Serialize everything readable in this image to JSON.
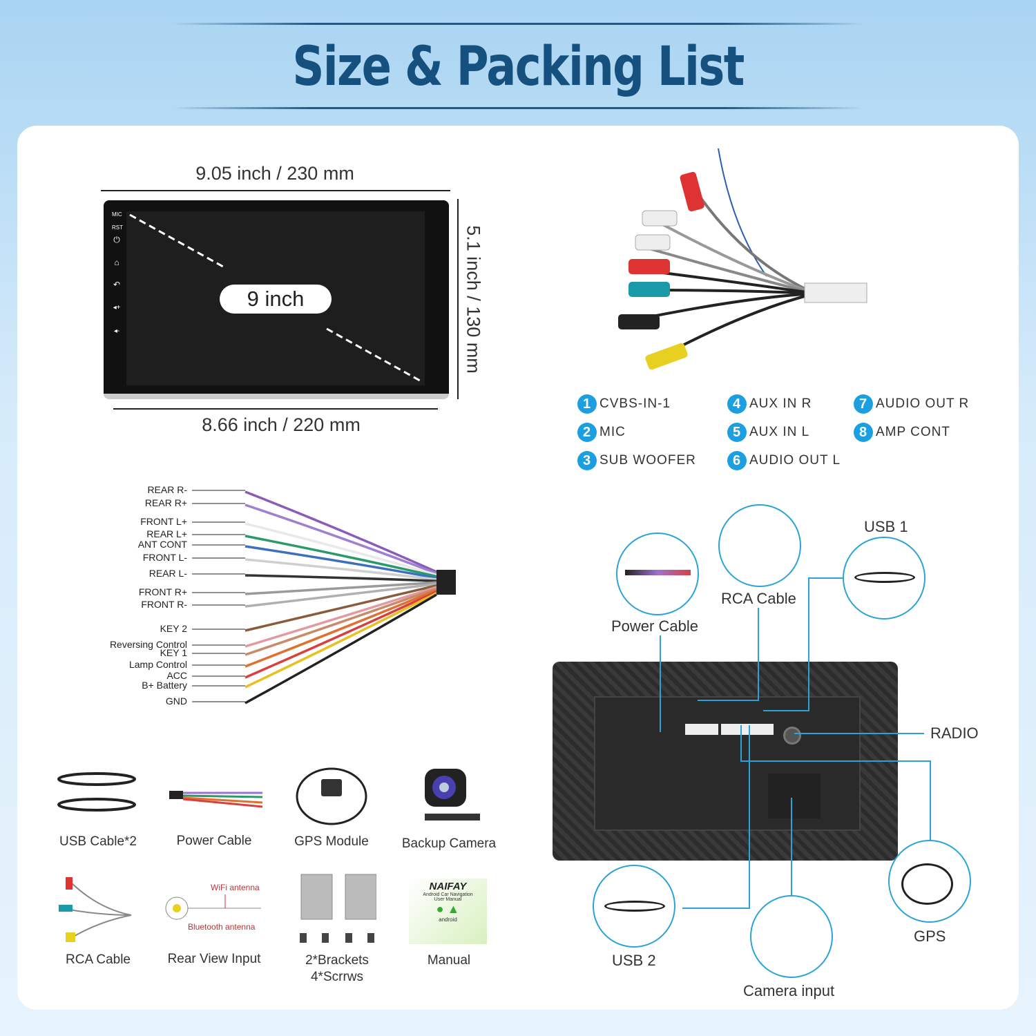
{
  "title": "Size & Packing List",
  "dimensions": {
    "top_width": "9.05 inch / 230 mm",
    "bottom_width": "8.66 inch / 220 mm",
    "height": "5.1 inch / 130 mm",
    "screen_size": "9 inch"
  },
  "screen_side_labels": [
    "MIC",
    "RST"
  ],
  "rca_legend": [
    {
      "n": "1",
      "label": "CVBS-IN-1"
    },
    {
      "n": "2",
      "label": "MIC"
    },
    {
      "n": "3",
      "label": "SUB WOOFER"
    },
    {
      "n": "4",
      "label": "AUX IN R"
    },
    {
      "n": "5",
      "label": "AUX IN L"
    },
    {
      "n": "6",
      "label": "AUDIO OUT L"
    },
    {
      "n": "7",
      "label": "AUDIO OUT R"
    },
    {
      "n": "8",
      "label": "AMP CONT"
    }
  ],
  "harness_wires": [
    {
      "label": "REAR R-",
      "color": "#8a5bb8"
    },
    {
      "label": "REAR R+",
      "color": "#a07fd0"
    },
    {
      "label": "FRONT L+",
      "color": "#e8e8e8"
    },
    {
      "label": "REAR L+",
      "color": "#2a9a6a"
    },
    {
      "label": "ANT CONT",
      "color": "#3d6fc0"
    },
    {
      "label": "FRONT L-",
      "color": "#cfcfcf"
    },
    {
      "label": "REAR L-",
      "color": "#333333"
    },
    {
      "label": "FRONT R+",
      "color": "#9a9a9a"
    },
    {
      "label": "FRONT R-",
      "color": "#b0b0b0"
    },
    {
      "label": "KEY 2",
      "color": "#8a5a3a"
    },
    {
      "label": "Reversing Control",
      "color": "#e09aa0"
    },
    {
      "label": "KEY 1",
      "color": "#c98a6a"
    },
    {
      "label": "Lamp Control",
      "color": "#e07030"
    },
    {
      "label": "ACC",
      "color": "#d84040"
    },
    {
      "label": "B+ Battery",
      "color": "#e8c020"
    },
    {
      "label": "GND",
      "color": "#222222"
    }
  ],
  "packing_list": [
    {
      "label": "USB Cable*2"
    },
    {
      "label": "Power Cable"
    },
    {
      "label": "GPS Module"
    },
    {
      "label": "Backup Camera"
    },
    {
      "label": "RCA Cable"
    },
    {
      "label": "Rear View Input"
    },
    {
      "label": "2*Brackets",
      "label2": "4*Scrrws"
    },
    {
      "label": "Manual"
    }
  ],
  "rear_view_input_labels": {
    "wifi": "WiFi antenna",
    "bt": "Bluetooth antenna"
  },
  "manual_logo": {
    "brand": "NAIFAY",
    "subtitle": "Android Car Navigation User Manual",
    "os": "android"
  },
  "back_panel": {
    "power_cable": "Power Cable",
    "rca_cable": "RCA Cable",
    "usb1": "USB 1",
    "radio": "RADIO",
    "usb2": "USB 2",
    "camera_input": "Camera input",
    "gps": "GPS"
  },
  "colors": {
    "accent": "#1c9fe0",
    "title": "#15507f",
    "callout": "#2ba3d6"
  }
}
